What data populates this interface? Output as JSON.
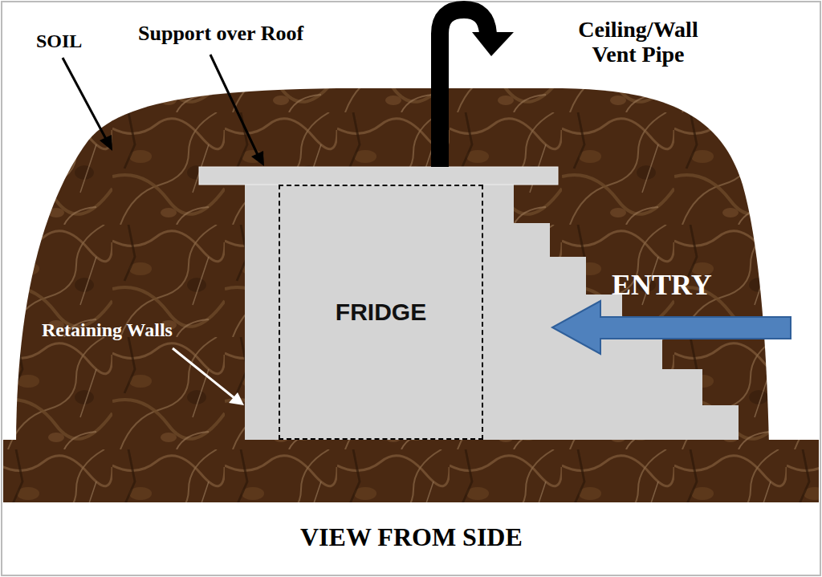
{
  "diagram": {
    "caption": "VIEW FROM SIDE",
    "nodes": [
      {
        "text": [
          "FRIDGE"
        ]
      }
    ],
    "labels": [
      "SOIL",
      "Support over Roof",
      "Ceiling/Wall Vent Pipe",
      "ENTRY",
      "Retaining Walls"
    ]
  }
}
